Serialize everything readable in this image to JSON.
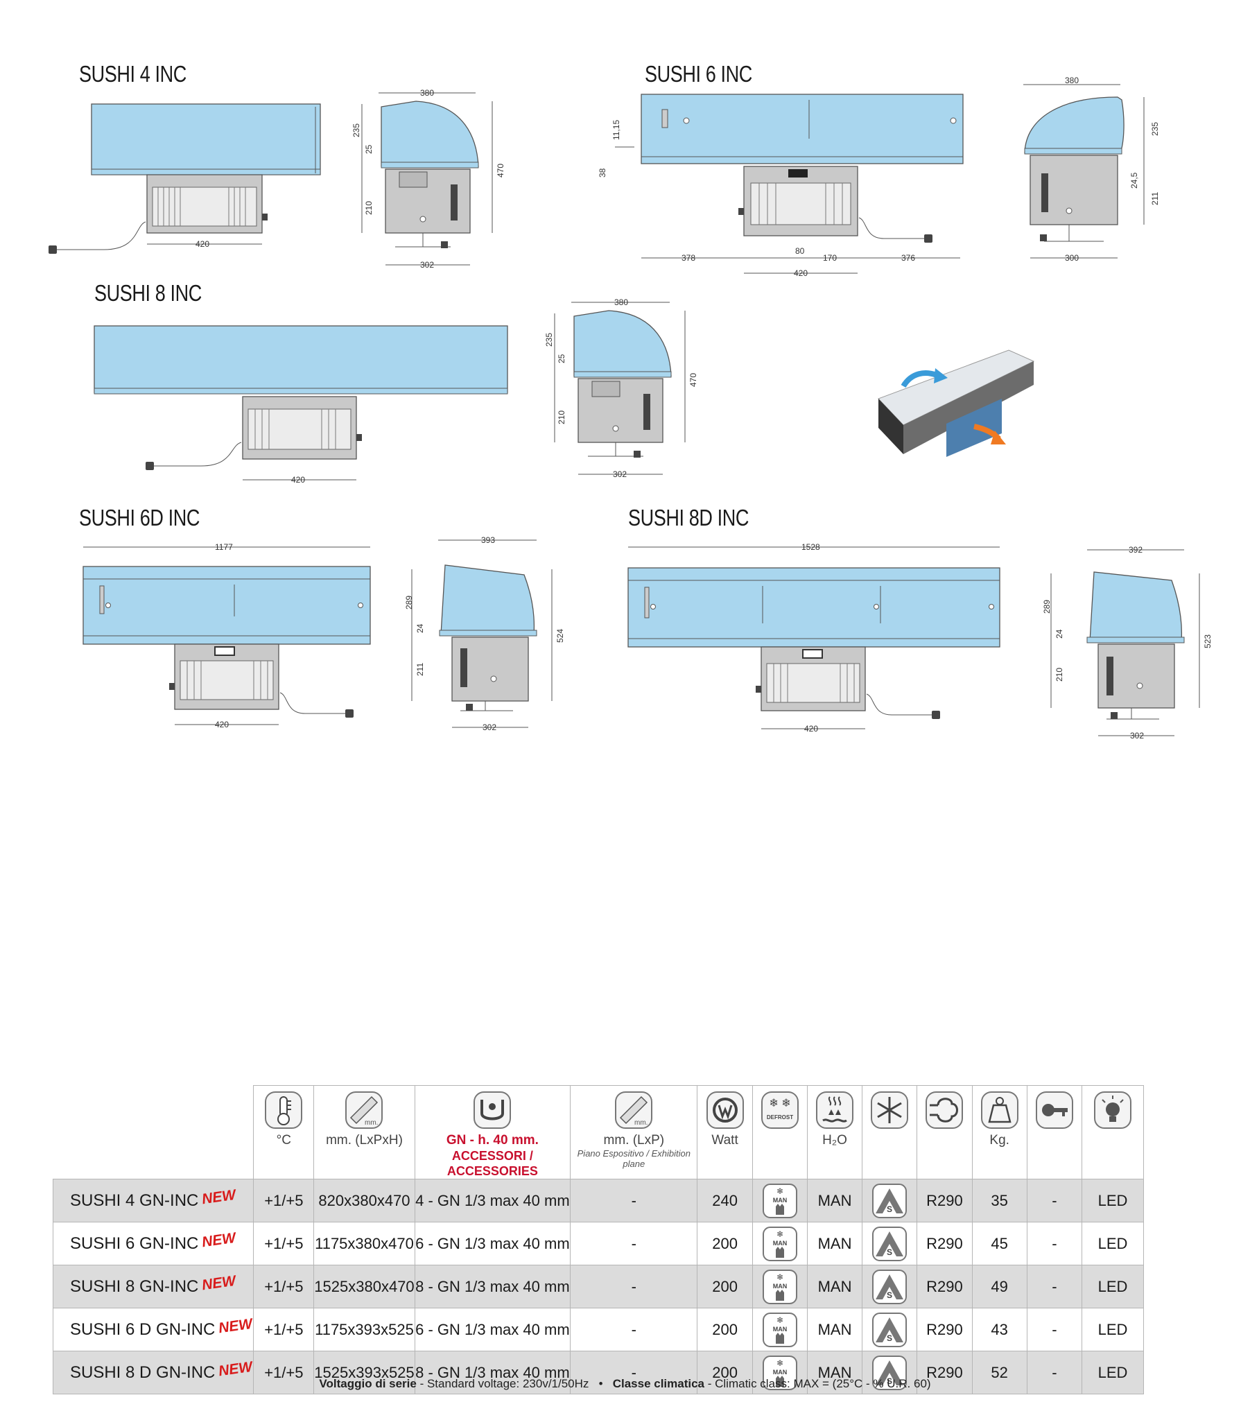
{
  "titles": {
    "s4": "SUSHI 4 INC",
    "s6": "SUSHI 6 INC",
    "s8": "SUSHI 8 INC",
    "s6d": "SUSHI 6D INC",
    "s8d": "SUSHI 8D INC"
  },
  "dims": {
    "s4": {
      "w420": "420",
      "w380": "380",
      "h235": "235",
      "h25": "25",
      "h210": "210",
      "h470": "470",
      "w302": "302"
    },
    "s6": {
      "h1115": "11,15",
      "h38": "38",
      "w378": "378",
      "w80": "80",
      "w170": "170",
      "w376": "376",
      "w420": "420",
      "w380": "380",
      "h235": "235",
      "h245": "24,5",
      "h211": "211",
      "w300": "300"
    },
    "s8": {
      "w420": "420",
      "w380": "380",
      "h235": "235",
      "h25": "25",
      "h210": "210",
      "h470": "470",
      "w302": "302"
    },
    "s6d": {
      "w1177": "1177",
      "w420": "420",
      "w393": "393",
      "h289": "289",
      "h24": "24",
      "h211": "211",
      "h524": "524",
      "w302": "302"
    },
    "s8d": {
      "w1528": "1528",
      "w420": "420",
      "w392": "392",
      "h289": "289",
      "h24": "24",
      "h210": "210",
      "h523": "523",
      "w302": "302"
    }
  },
  "table": {
    "headers": {
      "temp": "°C",
      "dims": "mm. (LxPxH)",
      "gn1": "GN - h. 40 mm.",
      "gn2": "ACCESSORI / ACCESSORIES",
      "plane1": "mm. (LxP)",
      "plane2": "Piano Espositivo / Exhibition plane",
      "watt": "Watt",
      "h2o": "H₂O",
      "kg": "Kg."
    },
    "icon_text": {
      "mm": "mm.",
      "defrost": "DEFROST",
      "man": "MAN"
    },
    "new_label": "NEW",
    "rows": [
      {
        "model": "SUSHI 4 GN-INC",
        "temp": "+1/+5",
        "dims": "820x380x470",
        "gn": "4 - GN 1/3 max 40 mm",
        "plane": "-",
        "watt": "240",
        "h2o": "MAN",
        "gas": "R290",
        "kg": "35",
        "lock": "-",
        "light": "LED"
      },
      {
        "model": "SUSHI 6 GN-INC",
        "temp": "+1/+5",
        "dims": "1175x380x470",
        "gn": "6 - GN 1/3 max 40 mm",
        "plane": "-",
        "watt": "200",
        "h2o": "MAN",
        "gas": "R290",
        "kg": "45",
        "lock": "-",
        "light": "LED"
      },
      {
        "model": "SUSHI 8 GN-INC",
        "temp": "+1/+5",
        "dims": "1525x380x470",
        "gn": "8 - GN 1/3 max 40 mm",
        "plane": "-",
        "watt": "200",
        "h2o": "MAN",
        "gas": "R290",
        "kg": "49",
        "lock": "-",
        "light": "LED"
      },
      {
        "model": "SUSHI 6 D GN-INC",
        "temp": "+1/+5",
        "dims": "1175x393x525",
        "gn": "6 - GN 1/3 max 40 mm",
        "plane": "-",
        "watt": "200",
        "h2o": "MAN",
        "gas": "R290",
        "kg": "43",
        "lock": "-",
        "light": "LED"
      },
      {
        "model": "SUSHI 8 D GN-INC",
        "temp": "+1/+5",
        "dims": "1525x393x525",
        "gn": "8 - GN 1/3 max 40 mm",
        "plane": "-",
        "watt": "200",
        "h2o": "MAN",
        "gas": "R290",
        "kg": "52",
        "lock": "-",
        "light": "LED"
      }
    ]
  },
  "footer": {
    "voltage_label": "Voltaggio di serie",
    "voltage_text": " - Standard voltage: 230v/1/50Hz",
    "bullet": "•",
    "class_label": "Classe climatica",
    "class_text": " - Climatic class:  MAX = (25°C - % U.R. 60)"
  },
  "colors": {
    "glass": "#a9d6ee",
    "body": "#c9c9c9",
    "new": "#d81b1b",
    "accent": "#c8102e"
  }
}
